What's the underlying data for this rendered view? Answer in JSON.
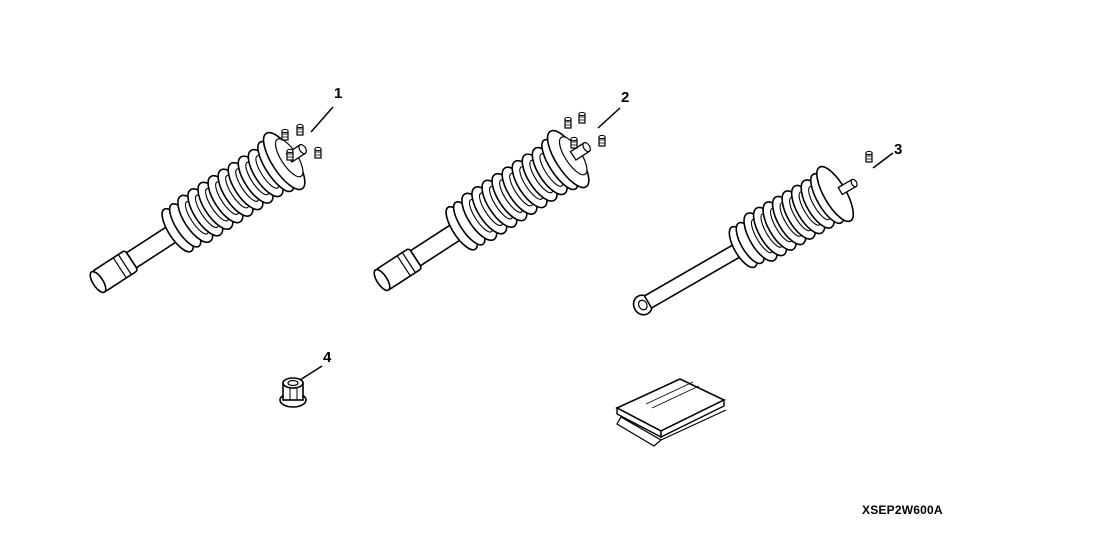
{
  "callouts": {
    "c1": "1",
    "c2": "2",
    "c3": "3",
    "c4": "4"
  },
  "drawing_code": "XSEP2W600A",
  "parts": [
    {
      "icon": "strut-assembly-icon",
      "callout": "1"
    },
    {
      "icon": "strut-assembly-icon",
      "callout": "2"
    },
    {
      "icon": "shock-absorber-assembly-icon",
      "callout": "3"
    },
    {
      "icon": "flange-nut-icon",
      "callout": "4"
    },
    {
      "icon": "instruction-booklet-icon",
      "callout": ""
    }
  ]
}
